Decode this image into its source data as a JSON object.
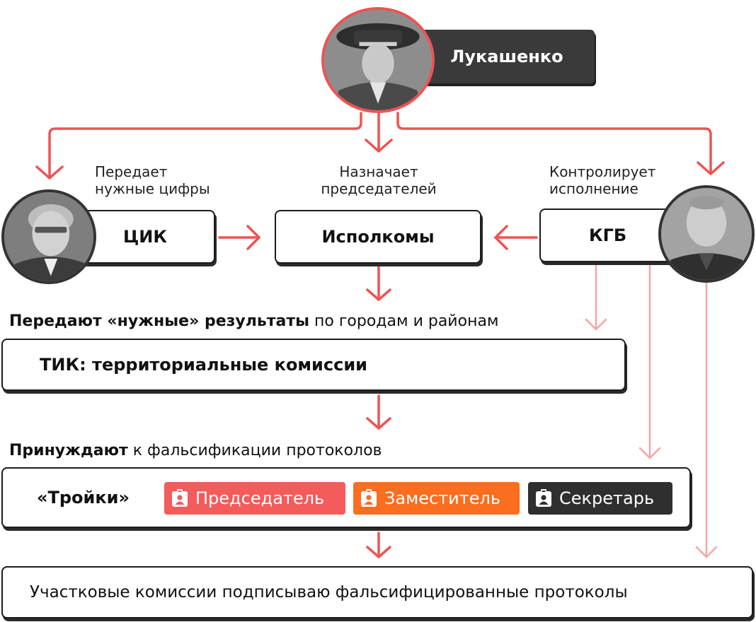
{
  "top": {
    "name": "Лукашенко",
    "photo_icon": "person-photo-general"
  },
  "left": {
    "label": "ЦИК",
    "caption": [
      "Передает",
      "нужные цифры"
    ],
    "photo_icon": "person-photo-official"
  },
  "center": {
    "label": "Исполкомы",
    "caption": [
      "Назначает",
      "председателей"
    ]
  },
  "right": {
    "label": "КГБ",
    "caption": [
      "Контролирует",
      "исполнение"
    ],
    "photo_icon": "person-photo-officer"
  },
  "tik": {
    "heading_bold": "Передают «нужные» результаты",
    "heading_rest": " по городам и районам",
    "label": "ТИК: территориальные комиссии"
  },
  "troika": {
    "heading_bold": "Принуждают",
    "heading_rest": " к фальсификации протоколов",
    "label": "«Тройки»",
    "badges": [
      {
        "label": "Председатель",
        "color": "#f45b5b",
        "icon": "id-badge-icon"
      },
      {
        "label": "Заместитель",
        "color": "#fb6d1f",
        "icon": "id-badge-icon"
      },
      {
        "label": "Секретарь",
        "color": "#2f2f2f",
        "icon": "id-badge-icon"
      }
    ]
  },
  "bottom": {
    "label": "Участковые комиссии подписываю фальсифицированные протоколы"
  },
  "colors": {
    "arrow_strong": "#ef5252",
    "arrow_light": "#f6a5a5"
  }
}
